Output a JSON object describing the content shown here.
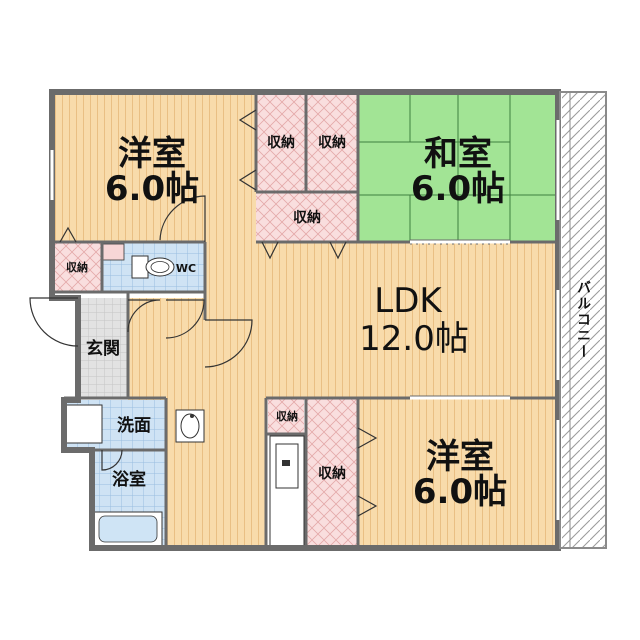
{
  "floorplan": {
    "rooms": {
      "western_top": {
        "name": "洋室",
        "size": "6.0帖"
      },
      "japanese": {
        "name": "和室",
        "size": "6.0帖"
      },
      "ldk": {
        "name": "LDK",
        "size": "12.0帖"
      },
      "western_bottom": {
        "name": "洋室",
        "size": "6.0帖"
      },
      "entrance": {
        "name": "玄関"
      },
      "washroom": {
        "name": "洗面"
      },
      "bathroom": {
        "name": "浴室"
      },
      "toilet": {
        "name": "WC"
      },
      "balcony": {
        "name": "バルコニー"
      }
    },
    "storage_label": "収納",
    "colors": {
      "flooring": "#f7d9a8",
      "tatami": "#9be38f",
      "storage": "#f7d6d6",
      "tile": "#cfe4f5",
      "wall": "#6b6b6b"
    }
  }
}
